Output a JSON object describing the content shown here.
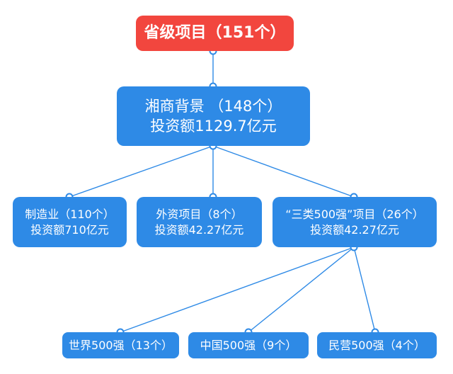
{
  "root": {
    "label": "省级项目（151个）"
  },
  "xiang": {
    "line1": "湘商背景 （148个）",
    "line2": "投资额1129.7亿元"
  },
  "categories": [
    {
      "line1": "制造业（110个）",
      "line2": "投资额710亿元"
    },
    {
      "line1": "外资项目（8个）",
      "line2": "投资额42.27亿元"
    },
    {
      "line1": "“三类500强”项目（26个）",
      "line2": "投资额42.27亿元"
    }
  ],
  "top500": [
    {
      "label": "世界500强（13个）"
    },
    {
      "label": "中国500强（9个）"
    },
    {
      "label": "民营500强（4个）"
    }
  ],
  "colors": {
    "root": "#f2463e",
    "node": "#2e8ae6",
    "connector": "#2e8ae6"
  }
}
